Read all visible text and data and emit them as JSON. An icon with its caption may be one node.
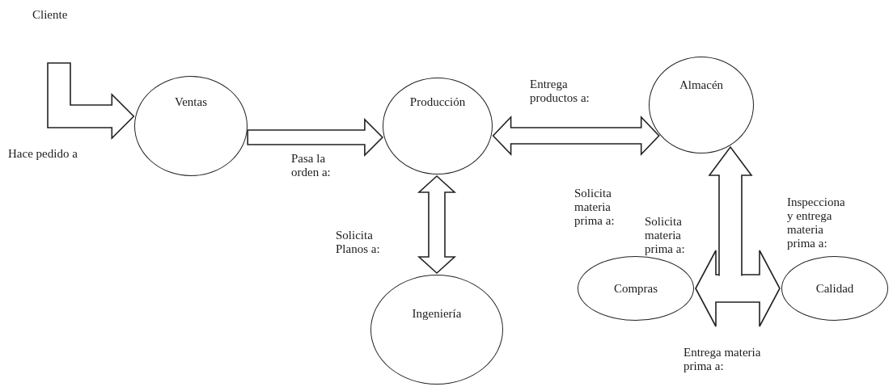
{
  "diagram": {
    "nodes": [
      {
        "text": [
          "Cliente"
        ]
      },
      {
        "text": [
          "Ventas"
        ]
      },
      {
        "text": [
          "Producción"
        ]
      },
      {
        "text": [
          "Almacén"
        ]
      },
      {
        "text": [
          "Ingeniería"
        ]
      },
      {
        "text": [
          "Compras"
        ]
      },
      {
        "text": [
          "Calidad"
        ]
      }
    ],
    "edges": [
      {
        "from": 0,
        "to": 1,
        "arrow": "to",
        "label": "Hace pedido a"
      },
      {
        "from": 1,
        "to": 2,
        "arrow": "to",
        "label": "Pasa la orden a:"
      },
      {
        "from": 2,
        "to": 3,
        "arrow": "both",
        "label": "Entrega productos a:"
      },
      {
        "from": 2,
        "to": 4,
        "arrow": "both",
        "label": "Solicita Planos a:"
      },
      {
        "from": 5,
        "to": 6,
        "arrow": "both",
        "label": "Entrega materia prima a:"
      },
      {
        "from": 5,
        "to": 3,
        "arrow": "to",
        "label": "Solicita materia prima a:"
      },
      {
        "from": 6,
        "to": 3,
        "arrow": "to",
        "label": "Inspecciona y entrega materia prima a:"
      }
    ],
    "labels": [
      "Solicita materia prima a:"
    ]
  }
}
